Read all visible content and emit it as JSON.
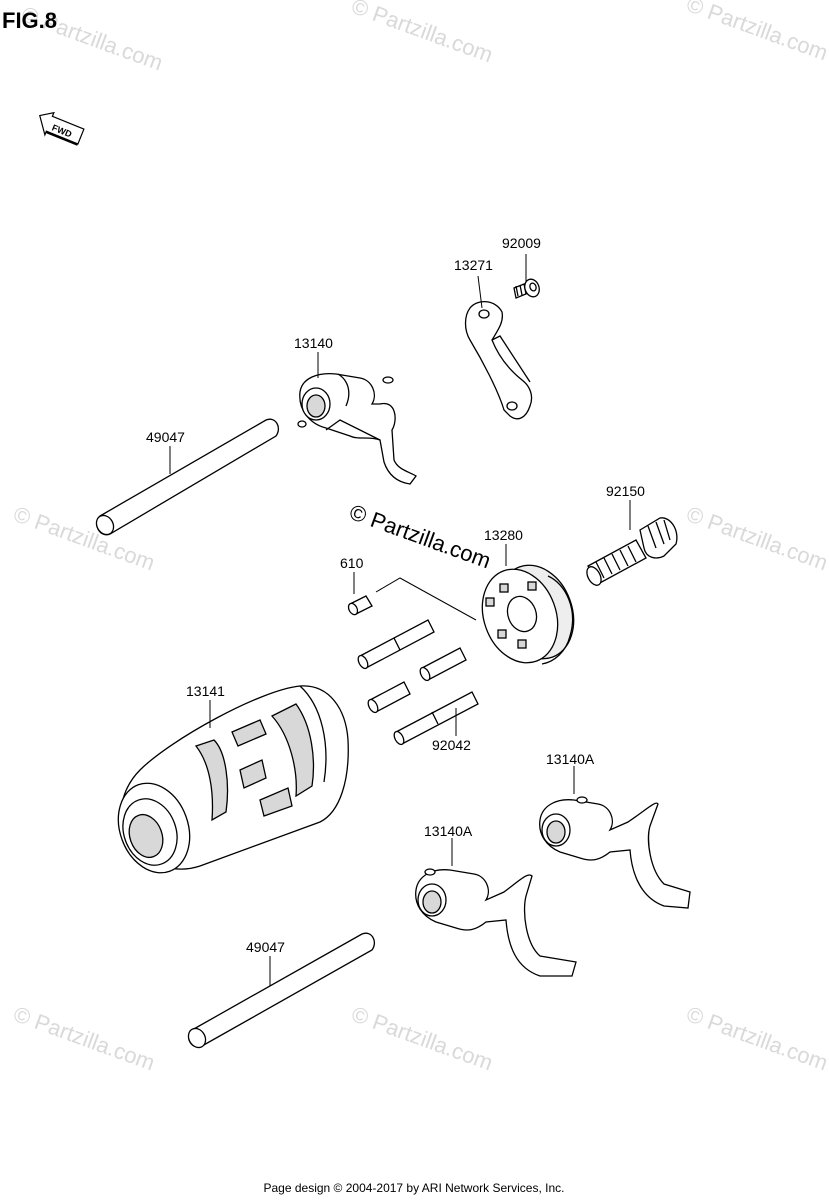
{
  "figure": {
    "title": "FIG.8"
  },
  "direction_arrow": {
    "label": "FWD",
    "icon": "forward-arrow-icon"
  },
  "watermark": {
    "text": "© Partzilla.com",
    "center_text": "© Partzilla.com"
  },
  "parts": [
    {
      "id": "p92009",
      "label": "92009"
    },
    {
      "id": "p13271",
      "label": "13271"
    },
    {
      "id": "p13140",
      "label": "13140"
    },
    {
      "id": "p49047a",
      "label": "49047"
    },
    {
      "id": "p92150",
      "label": "92150"
    },
    {
      "id": "p13280",
      "label": "13280"
    },
    {
      "id": "p610",
      "label": "610"
    },
    {
      "id": "p13141",
      "label": "13141"
    },
    {
      "id": "p92042",
      "label": "92042"
    },
    {
      "id": "p13140Aa",
      "label": "13140A"
    },
    {
      "id": "p13140Ab",
      "label": "13140A"
    },
    {
      "id": "p49047b",
      "label": "49047"
    }
  ],
  "footer": {
    "text": "Page design © 2004-2017 by ARI Network Services, Inc."
  },
  "colors": {
    "background": "#ffffff",
    "line": "#000000",
    "watermark": "#d9d9d9"
  }
}
